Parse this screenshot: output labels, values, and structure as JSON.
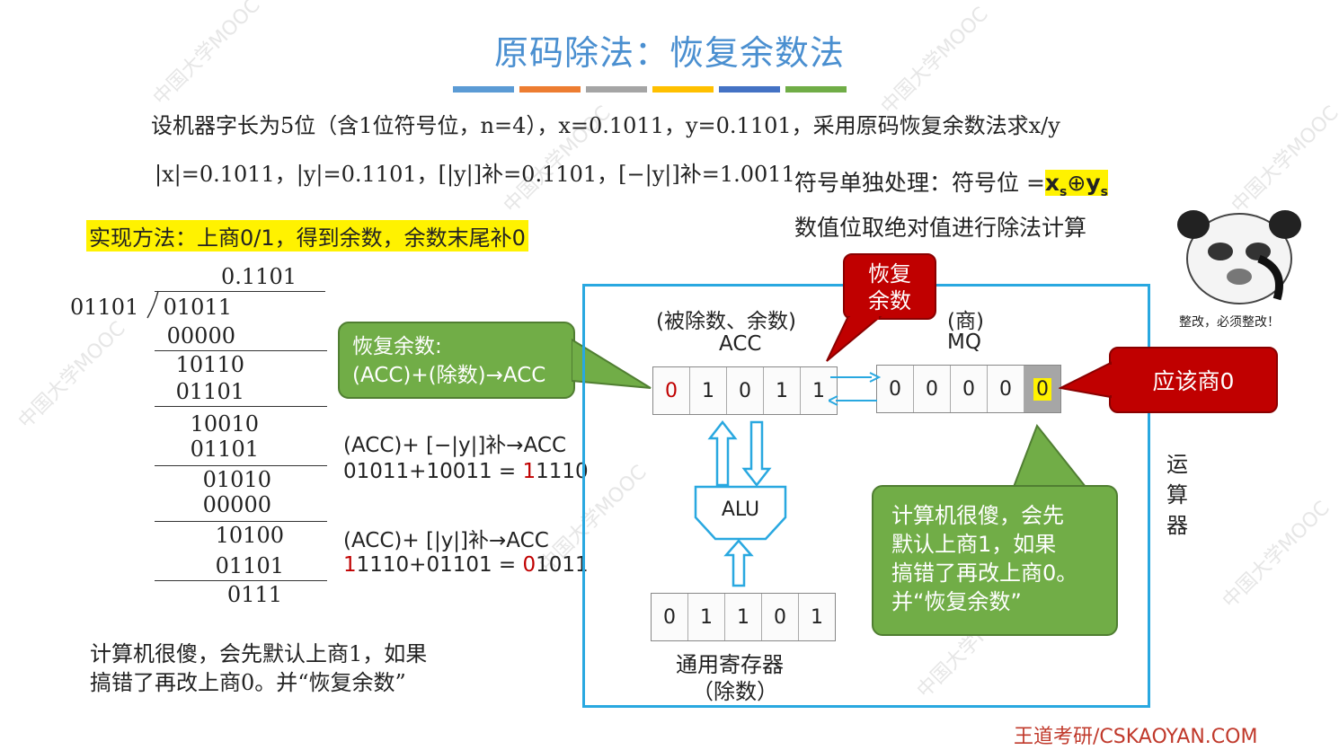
{
  "title": "原码除法：恢复余数法",
  "header_bar_colors": [
    "#5b9bd5",
    "#ed7d31",
    "#a5a5a5",
    "#ffc000",
    "#4472c4",
    "#70ad47"
  ],
  "problem": {
    "line1": "设机器字长为5位（含1位符号位，n=4），x=0.1011，y=0.1101，采用原码恢复余数法求x/y",
    "line2": "|x|=0.1011，|y|=0.1101，[|y|]补=0.1101，[−|y|]补=1.0011"
  },
  "sign_note": {
    "line1_prefix": "符号单独处理：符号位 =",
    "xs": "x",
    "s1": "s",
    "oplus": "⊕",
    "ys": "y",
    "s2": "s",
    "line2": "数值位取绝对值进行除法计算"
  },
  "method": "实现方法：上商0/1，得到余数，余数末尾补0",
  "long_division": {
    "quotient": "0.1101",
    "divisor": "01101",
    "steps": [
      "01011",
      "00000",
      "10110",
      "01101",
      "10010",
      "01101",
      "01010",
      "00000",
      "10100",
      "01101",
      "0111"
    ]
  },
  "restore_callout": {
    "line1": "恢复余数:",
    "line2": "(ACC)+(除数)→ACC"
  },
  "op1": {
    "formula": "(ACC)+ [−|y|]补→ACC",
    "lhs": "01011+10011 = ",
    "res_red": "1",
    "res_rest": "1110"
  },
  "op2": {
    "formula": "(ACC)+ [|y|]补→ACC",
    "lhs_red": "1",
    "lhs_rest": "1110+01101 = ",
    "res_red": "0",
    "res_rest": "1011"
  },
  "bottom_note": {
    "line1": "计算机很傻，会先默认上商1，如果",
    "line2": "搞错了再改上商0。并“恢复余数”"
  },
  "alu_diagram": {
    "acc_label_top": "(被除数、余数)",
    "acc_label": "ACC",
    "acc_bits": [
      "0",
      "1",
      "0",
      "1",
      "1"
    ],
    "mq_label_top": "(商)",
    "mq_label": "MQ",
    "mq_bits": [
      "0",
      "0",
      "0",
      "0",
      "0"
    ],
    "alu_label": "ALU",
    "reg_bits": [
      "0",
      "1",
      "1",
      "0",
      "1"
    ],
    "reg_label1": "通用寄存器",
    "reg_label2": "（除数）",
    "unit_label": [
      "运",
      "算",
      "器"
    ]
  },
  "red_callout_top": {
    "line1": "恢复",
    "line2": "余数"
  },
  "red_callout_right": "应该商0",
  "green_callout": {
    "line1": "计算机很傻，会先",
    "line2": "默认上商1，如果",
    "line3": "搞错了再改上商0。",
    "line4": "并“恢复余数”"
  },
  "meme_caption": "整改，必须整改！",
  "footer_brand": "王道考研/CSKAOYAN.COM",
  "watermark": "中国大学MOOC"
}
